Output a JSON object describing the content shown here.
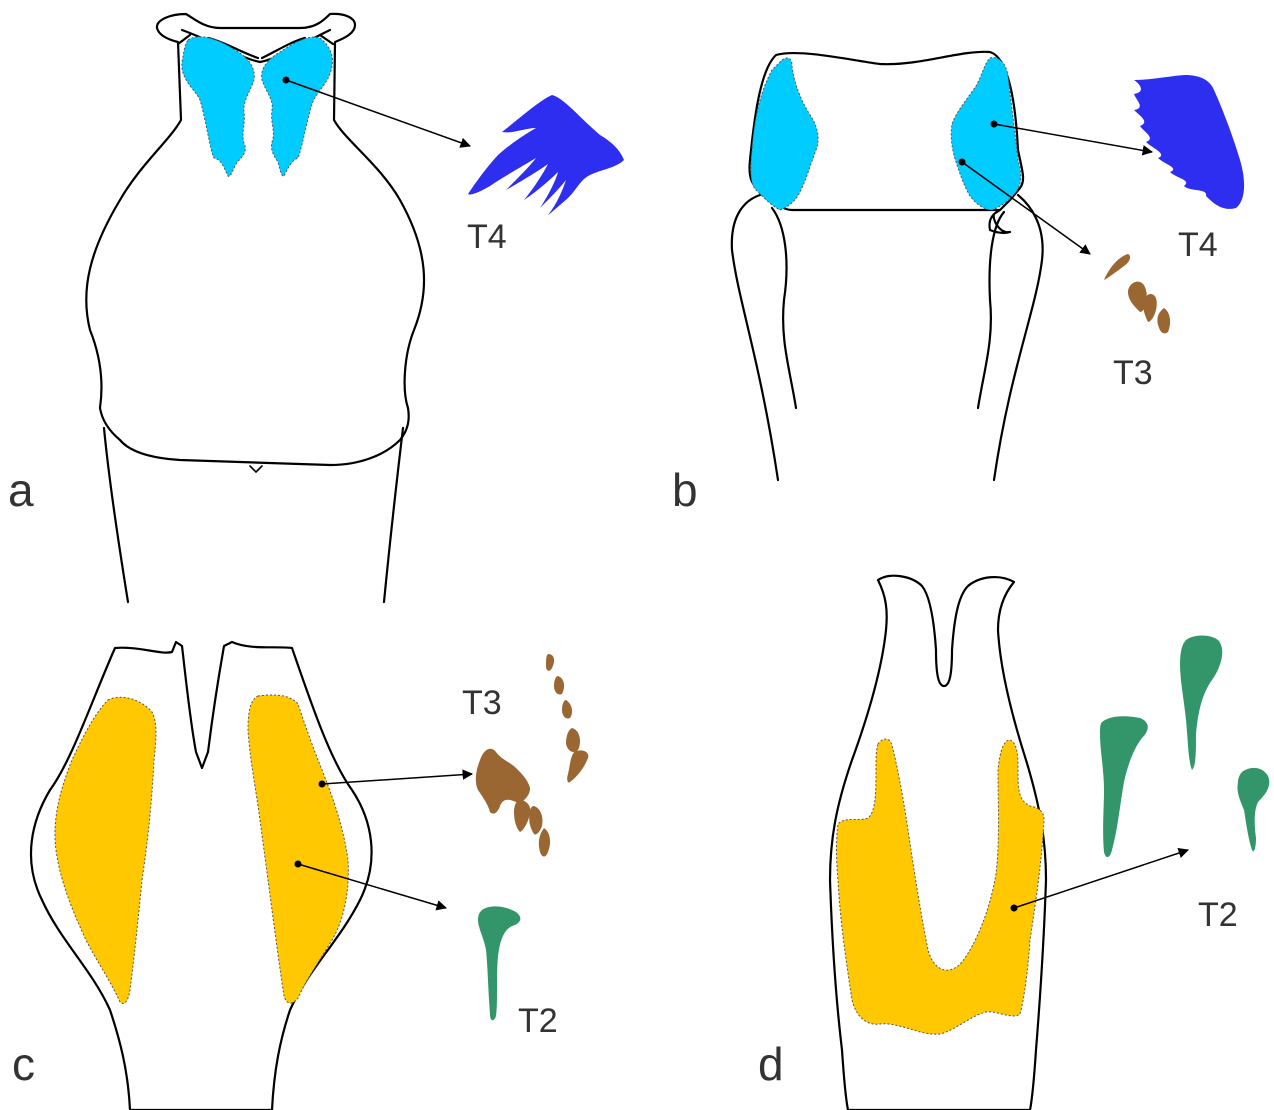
{
  "colors": {
    "t4_patch": "#00ccff",
    "t4_tooth": "#2e2ef0",
    "t3_tooth": "#9a6632",
    "t2_patch": "#ffc800",
    "t2_tooth": "#33966a"
  },
  "panels": {
    "a": {
      "label": "a",
      "tooth_labels": [
        "T4"
      ]
    },
    "b": {
      "label": "b",
      "tooth_labels": [
        "T4",
        "T3"
      ]
    },
    "c": {
      "label": "c",
      "tooth_labels": [
        "T3",
        "T2"
      ]
    },
    "d": {
      "label": "d",
      "tooth_labels": [
        "T2"
      ]
    }
  }
}
